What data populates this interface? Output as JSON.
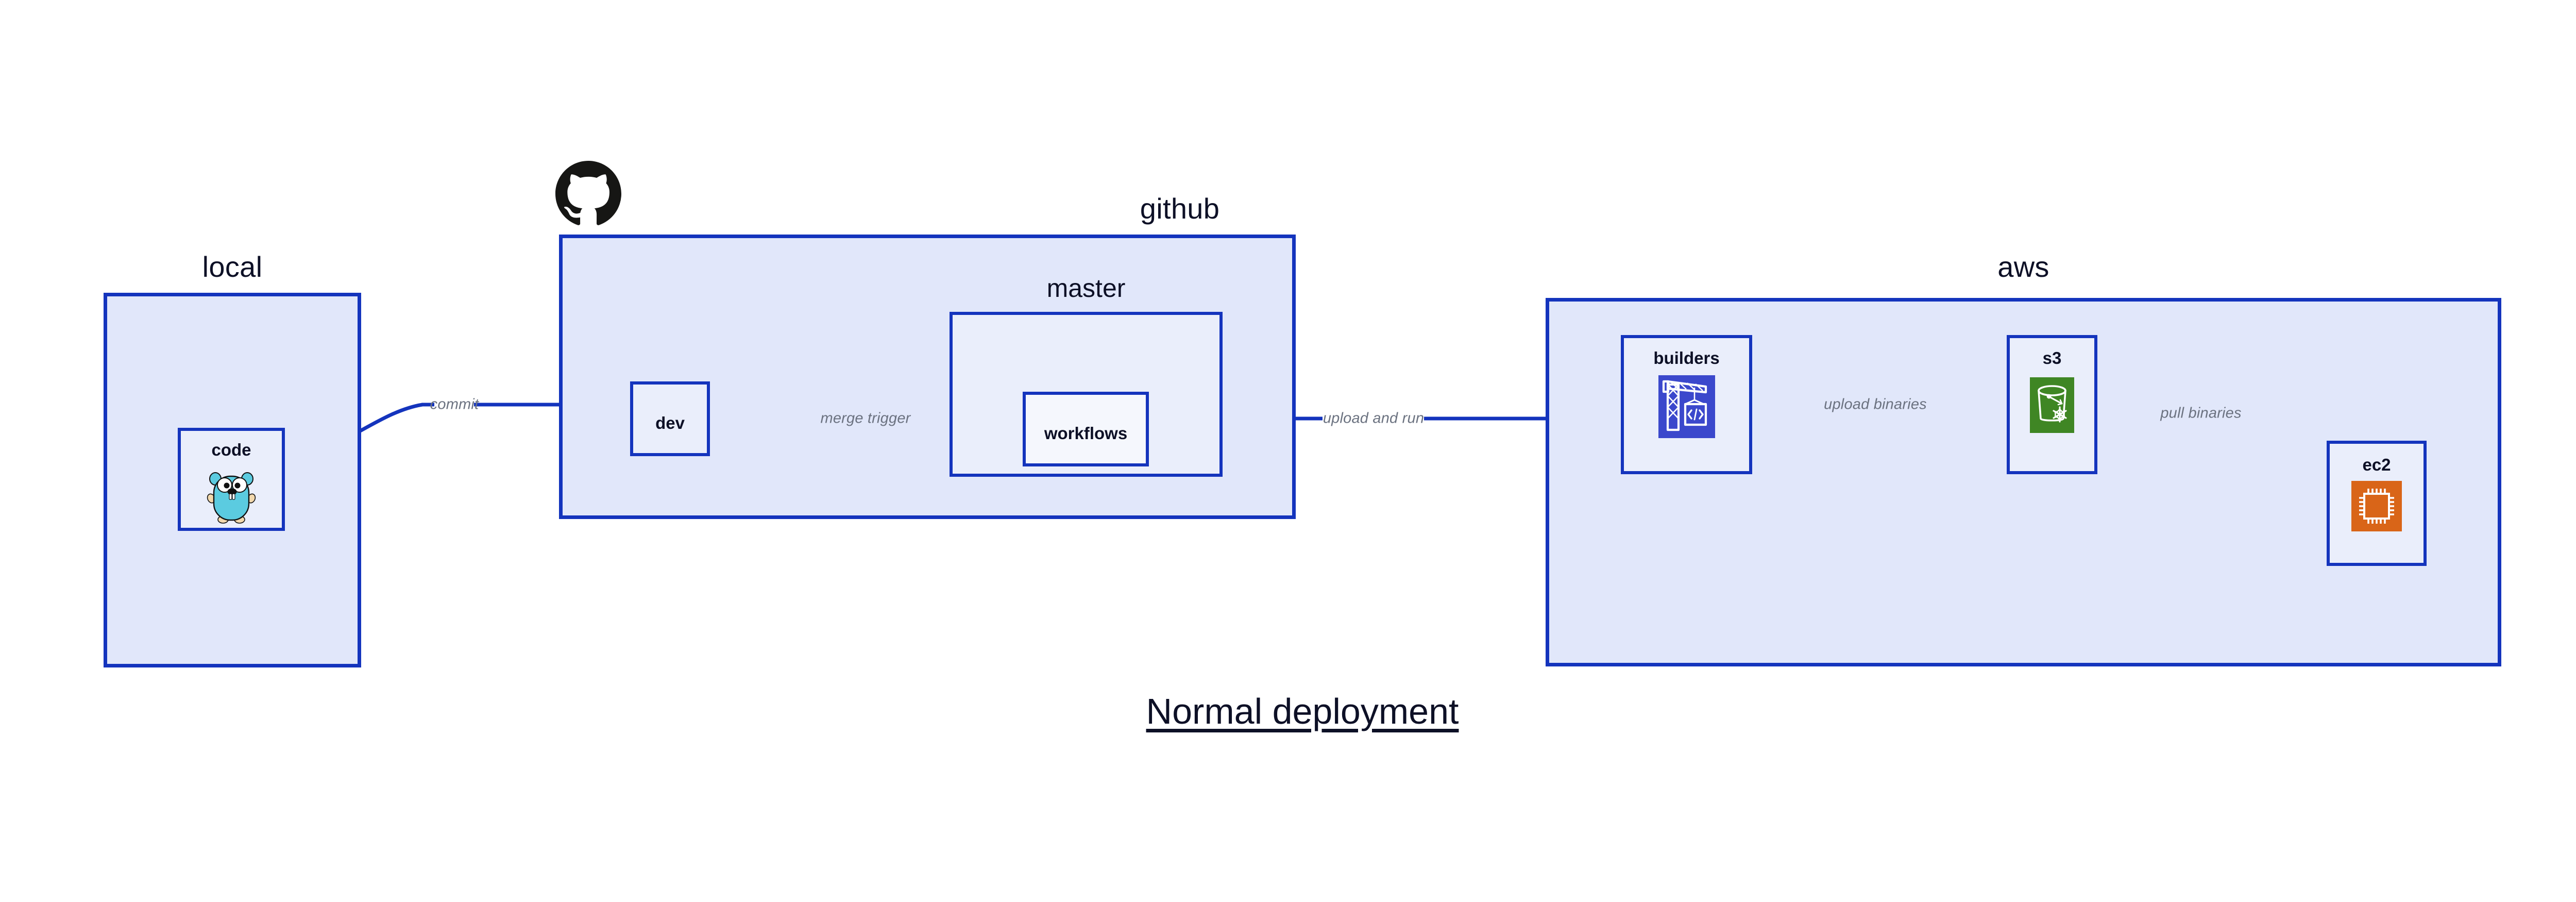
{
  "diagram": {
    "caption": "Normal deployment",
    "background": "#ffffff",
    "accent_color": "#1434bd",
    "group_fill": "#e1e7fa",
    "subgroup_fill": "#eaeefb",
    "node_fill": "#eaeefb",
    "label_color": "#6b7280",
    "text_color": "#0d1026"
  },
  "groups": {
    "local": {
      "title": "local"
    },
    "github": {
      "title": "github"
    },
    "master": {
      "title": "master"
    },
    "aws": {
      "title": "aws"
    }
  },
  "nodes": {
    "code": {
      "label": "code",
      "icon": "go-gopher-icon"
    },
    "dev": {
      "label": "dev",
      "icon": "none"
    },
    "workflows": {
      "label": "workflows",
      "icon": "none"
    },
    "builders": {
      "label": "builders",
      "icon": "aws-codebuild-icon",
      "icon_color": "#3b48cc"
    },
    "s3": {
      "label": "s3",
      "icon": "aws-s3-glacier-icon",
      "icon_color": "#3f8624"
    },
    "ec2": {
      "label": "ec2",
      "icon": "aws-ec2-icon",
      "icon_color": "#d96518"
    }
  },
  "edges": {
    "commit": {
      "label": "commit",
      "from": "code",
      "to": "dev"
    },
    "merge_trigger": {
      "label": "merge trigger",
      "from": "dev",
      "to": "workflows"
    },
    "upload_and_run": {
      "label": "upload and run",
      "from": "workflows",
      "to": "builders"
    },
    "upload_binaries": {
      "label": "upload binaries",
      "from": "builders",
      "to": "s3"
    },
    "pull_binaries": {
      "label": "pull binaries",
      "from": "s3",
      "to": "ec2"
    }
  },
  "logos": {
    "github_mark": "github-octocat-icon"
  }
}
